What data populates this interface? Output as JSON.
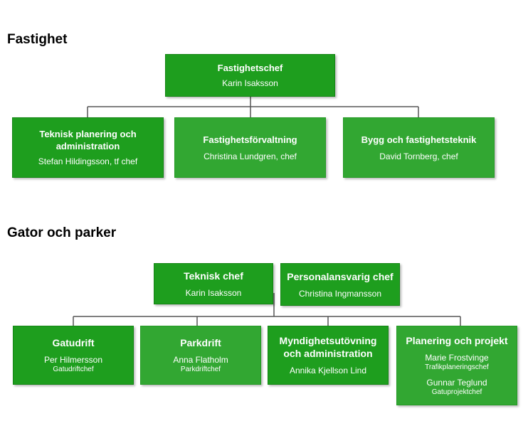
{
  "sections": {
    "fastighet": {
      "title": "Fastighet",
      "head": {
        "title": "Fastighetschef",
        "name": "Karin Isaksson"
      },
      "units": [
        {
          "title": "Teknisk planering och administration",
          "name": "Stefan Hildingsson, tf chef"
        },
        {
          "title": "Fastighetsförvaltning",
          "name": "Christina Lundgren, chef"
        },
        {
          "title": "Bygg och fastighetsteknik",
          "name": "David Tornberg, chef"
        }
      ]
    },
    "gator": {
      "title": "Gator och parker",
      "heads": [
        {
          "title": "Teknisk chef",
          "name": "Karin Isaksson"
        },
        {
          "title": "Personalansvarig chef",
          "name": "Christina Ingmansson"
        }
      ],
      "units": [
        {
          "title": "Gatudrift",
          "name": "Per Hilmersson",
          "role": "Gatudriftchef"
        },
        {
          "title": "Parkdrift",
          "name": "Anna Flatholm",
          "role": "Parkdriftchef"
        },
        {
          "title": "Myndighetsutövning och administration",
          "name": "Annika Kjellson Lind"
        },
        {
          "title": "Planering och projekt",
          "people": [
            {
              "name": "Marie Frostvinge",
              "role": "Trafikplaneringschef"
            },
            {
              "name": "Gunnar Teglund",
              "role": "Gatuprojektchef"
            }
          ]
        }
      ]
    }
  },
  "colors": {
    "box_green": "#1e9e1e",
    "box_green_light": "#32a732",
    "box_text": "#ffffff",
    "connector": "#555555"
  }
}
